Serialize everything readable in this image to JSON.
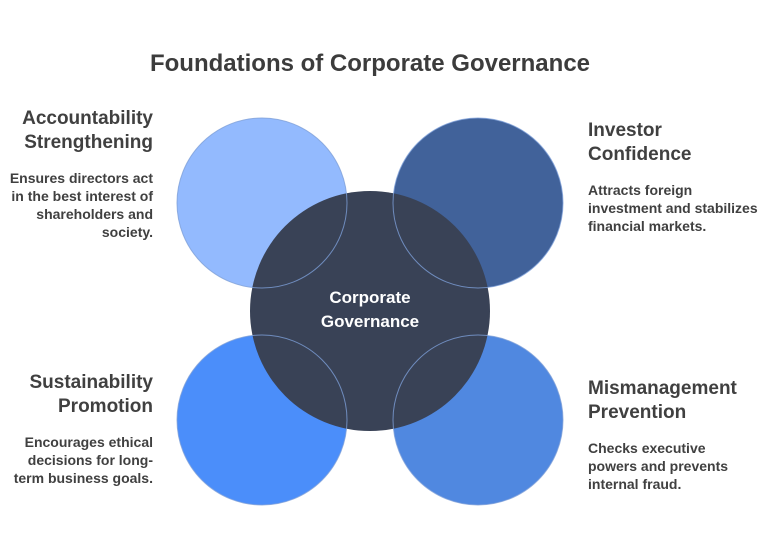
{
  "title": "Foundations of Corporate Governance",
  "center": {
    "line1": "Corporate",
    "line2": "Governance",
    "color": "#394256"
  },
  "nodes": [
    {
      "id": "accountability",
      "heading_line1": "Accountability",
      "heading_line2": "Strengthening",
      "description": "Ensures directors act in the best interest of shareholders and society.",
      "color": "#93bafe"
    },
    {
      "id": "investor",
      "heading_line1": "Investor",
      "heading_line2": "Confidence",
      "description": "Attracts foreign investment and stabilizes financial markets.",
      "color": "#41629a"
    },
    {
      "id": "sustainability",
      "heading_line1": "Sustainability",
      "heading_line2": "Promotion",
      "description": "Encourages ethical decisions for long-term business goals.",
      "color": "#4b8efa"
    },
    {
      "id": "mismanagement",
      "heading_line1": "Mismanagement",
      "heading_line2": "Prevention",
      "description": "Checks executive powers and prevents internal fraud.",
      "color": "#5088e0"
    }
  ]
}
